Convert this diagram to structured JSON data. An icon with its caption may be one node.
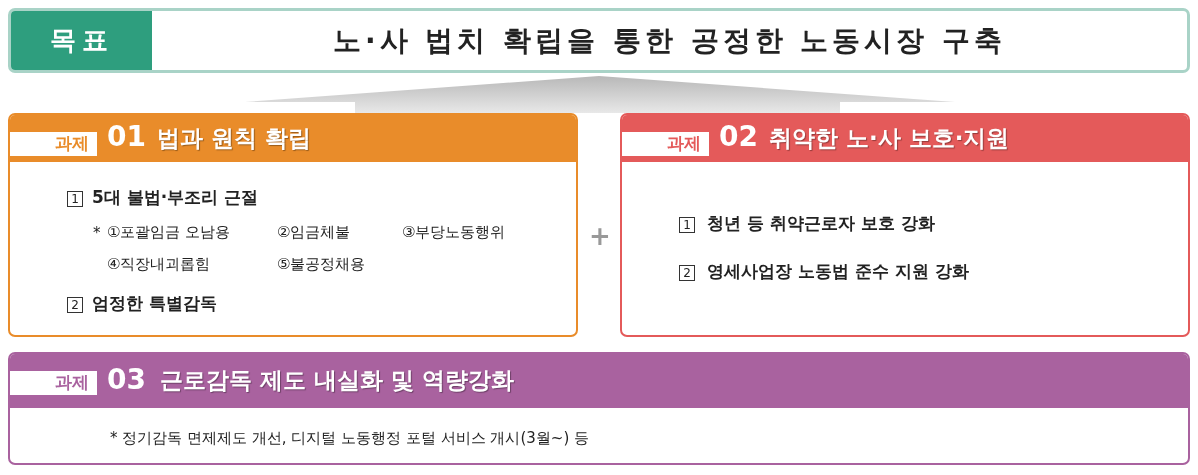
{
  "diagram": {
    "nodes": [
      {
        "text": [
          "목표",
          "노·사 법치 확립을 통한 공정한 노동시장 구축"
        ]
      },
      {
        "text": [
          "과제",
          "01",
          "법과 원칙 확립",
          "1",
          "5대 불법·부조리 근절",
          "*",
          "①포괄임금 오남용",
          "②임금체불",
          "③부당노동행위",
          "④직장내괴롭힘",
          "⑤불공정채용",
          "2",
          "엄정한 특별감독"
        ]
      },
      {
        "text": [
          "과제",
          "02",
          "취약한 노·사 보호·지원",
          "1",
          "청년 등 취약근로자 보호 강화",
          "2",
          "영세사업장 노동법 준수 지원 강화"
        ]
      },
      {
        "text": [
          "과제",
          "03",
          "근로감독 제도 내실화 및 역량강화",
          "* 정기감독 면제제도 개선, 디지털 노동행정 포털 서비스 개시(3월~) 등"
        ]
      }
    ],
    "edges": [
      {
        "from": 1,
        "to": 0,
        "arrow": "to"
      },
      {
        "from": 2,
        "to": 0,
        "arrow": "to"
      }
    ],
    "labels": [
      "+"
    ]
  }
}
